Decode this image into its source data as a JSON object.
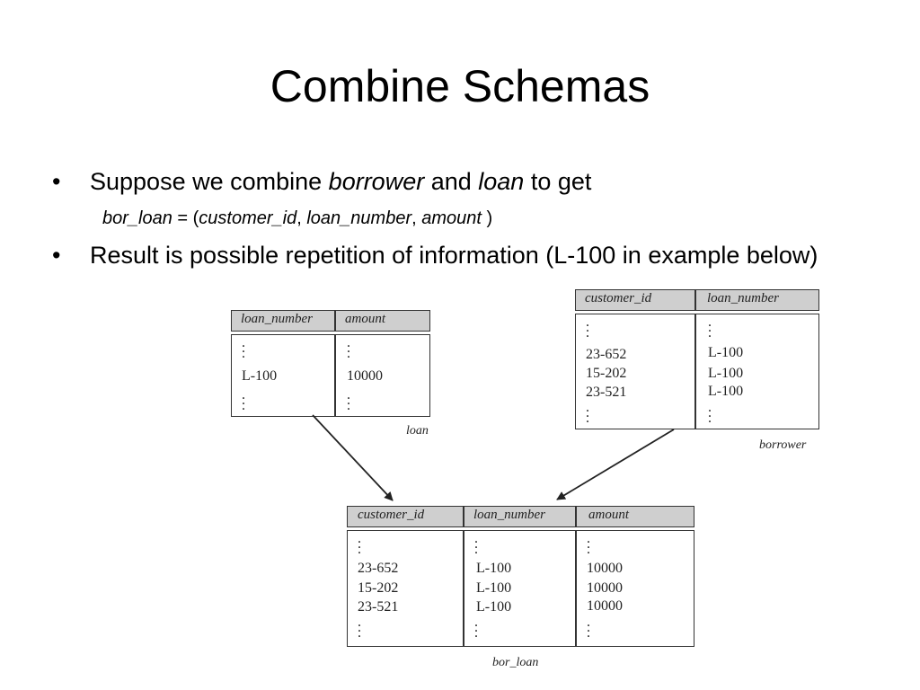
{
  "slide": {
    "title": "Combine Schemas",
    "bullet1": {
      "marker": "•",
      "pre": "Suppose we combine ",
      "em1": "borrower",
      "mid": " and ",
      "em2": "loan",
      "post": " to get"
    },
    "sub": {
      "name": "bor_loan",
      "eq": " = (",
      "a1": "customer_id",
      "c1": ", ",
      "a2": "loan_number",
      "c2": ", ",
      "a3": "amount",
      "close": " )"
    },
    "bullet2": {
      "marker": "•",
      "text": "Result is possible repetition of information (L-100 in example below)"
    }
  },
  "loan_table": {
    "caption": "loan",
    "headers": [
      "loan_number",
      "amount"
    ],
    "rows": [
      [
        "L-100",
        "10000"
      ]
    ]
  },
  "borrower_table": {
    "caption": "borrower",
    "headers": [
      "customer_id",
      "loan_number"
    ],
    "rows": [
      [
        "23-652",
        "L-100"
      ],
      [
        "15-202",
        "L-100"
      ],
      [
        "23-521",
        "L-100"
      ]
    ]
  },
  "bor_loan_table": {
    "caption": "bor_loan",
    "headers": [
      "customer_id",
      "loan_number",
      "amount"
    ],
    "rows": [
      [
        "23-652",
        "L-100",
        "10000"
      ],
      [
        "15-202",
        "L-100",
        "10000"
      ],
      [
        "23-521",
        "L-100",
        "10000"
      ]
    ]
  }
}
